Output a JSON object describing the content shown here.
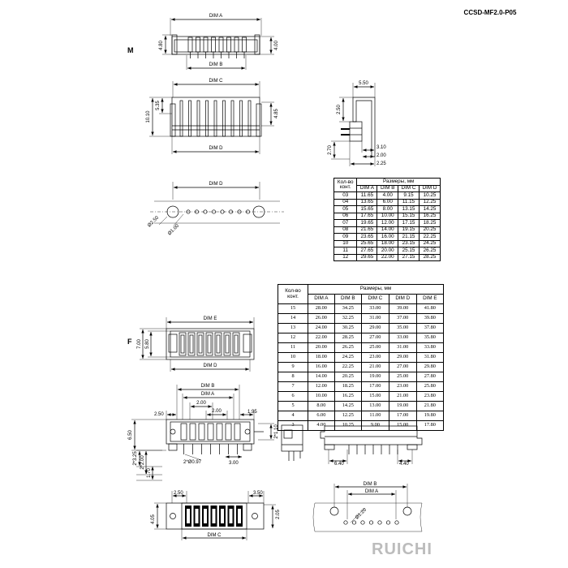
{
  "header": {
    "part_code": "CCSD-MF2.0-P05"
  },
  "sections": {
    "m_label": "M",
    "f_label": "F"
  },
  "brand": {
    "logo_text": "RUICHI"
  },
  "dims": {
    "dim_a": "DIM A",
    "dim_b": "DIM B",
    "dim_c": "DIM C",
    "dim_d": "DIM D",
    "dim_e": "DIM E",
    "m_h_480": "4.80",
    "m_h_400": "4.00",
    "m_h_1010": "10.10",
    "m_h_535": "5.35",
    "m_h_485": "4.85",
    "side_550": "5.50",
    "side_250": "2.50",
    "side_270": "2.70",
    "side_310": "3.10",
    "side_200": "2.00",
    "side_225": "2.25",
    "hole_250": "Ø2.50",
    "hole_100": "Ø1.00",
    "f_h_700": "7.00",
    "f_h_580": "5.80",
    "f_250": "2.50",
    "f_200a": "2.00",
    "f_200b": "2.00",
    "f_195": "1.95",
    "f_650": "6.50",
    "f_2x110": "2*1.10",
    "f_2x325": "2*3.25",
    "f_2x200": "2*2.00",
    "f_170": "1.70",
    "f_2x097": "2*Ø0.97",
    "f_300": "3.00",
    "f_640": "6.40",
    "f_440": "4.40",
    "b_250": "2.50",
    "b_350": "3.50",
    "b_405": "4.05",
    "b_205": "2.05",
    "hole_120": "Ø1.20"
  },
  "table_m": {
    "col_count_line1": "Кол-во",
    "col_count_line2": "конт.",
    "col_dims": "Размеры, мм",
    "headers": [
      "DIM A",
      "DIM B",
      "DIM C",
      "DIM D"
    ],
    "rows": [
      [
        "03",
        "11.65",
        "4.00",
        "9.15",
        "10.25"
      ],
      [
        "04",
        "13.65",
        "6.00",
        "11.15",
        "12.25"
      ],
      [
        "05",
        "15.65",
        "8.00",
        "13.15",
        "14.25"
      ],
      [
        "06",
        "17.65",
        "10.00",
        "15.15",
        "16.25"
      ],
      [
        "07",
        "19.65",
        "12.00",
        "17.15",
        "18.25"
      ],
      [
        "08",
        "21.65",
        "14.00",
        "19.15",
        "20.25"
      ],
      [
        "09",
        "23.65",
        "16.00",
        "21.15",
        "22.25"
      ],
      [
        "10",
        "25.65",
        "18.00",
        "23.15",
        "24.25"
      ],
      [
        "11",
        "27.65",
        "20.00",
        "25.15",
        "26.25"
      ],
      [
        "12",
        "29.65",
        "22.00",
        "27.15",
        "28.25"
      ]
    ]
  },
  "table_f": {
    "col_count_line1": "Кол-во",
    "col_count_line2": "конт.",
    "col_dims": "Размеры, мм",
    "headers": [
      "DIM A",
      "DIM B",
      "DIM C",
      "DIM D",
      "DIM E"
    ],
    "rows": [
      [
        "15",
        "28.00",
        "34.25",
        "33.00",
        "39.00",
        "41.80"
      ],
      [
        "14",
        "26.00",
        "32.25",
        "31.00",
        "37.00",
        "39.80"
      ],
      [
        "13",
        "24.00",
        "30.25",
        "29.00",
        "35.00",
        "37.80"
      ],
      [
        "12",
        "22.00",
        "28.25",
        "27.00",
        "33.00",
        "35.80"
      ],
      [
        "11",
        "20.00",
        "26.25",
        "25.00",
        "31.00",
        "33.80"
      ],
      [
        "10",
        "18.00",
        "24.25",
        "23.00",
        "29.00",
        "31.80"
      ],
      [
        "9",
        "16.00",
        "22.25",
        "21.00",
        "27.00",
        "29.80"
      ],
      [
        "8",
        "14.00",
        "20.25",
        "19.00",
        "25.00",
        "27.80"
      ],
      [
        "7",
        "12.00",
        "18.25",
        "17.00",
        "23.00",
        "25.80"
      ],
      [
        "6",
        "10.00",
        "16.25",
        "15.00",
        "21.00",
        "23.80"
      ],
      [
        "5",
        "8.00",
        "14.25",
        "13.00",
        "19.00",
        "21.80"
      ],
      [
        "4",
        "6.00",
        "12.25",
        "11.00",
        "17.00",
        "19.80"
      ],
      [
        "3",
        "4.00",
        "10.25",
        "9.00",
        "15.00",
        "17.80"
      ]
    ]
  }
}
